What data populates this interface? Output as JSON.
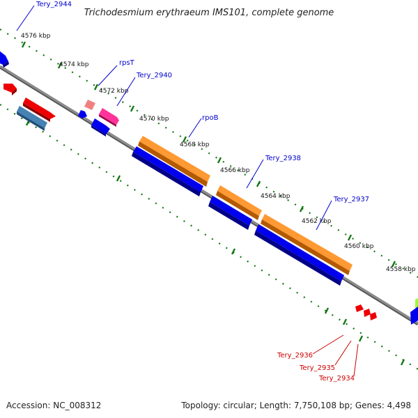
{
  "map": {
    "title": "Trichodesmium erythraeum IMS101, complete genome",
    "accession": "Accession: NC_008312",
    "summary": "Topology: circular; Length: 7,750,108 bp; Genes: 4,498"
  },
  "ticks": [
    {
      "label": "4576 kbp"
    },
    {
      "label": "4574 kbp"
    },
    {
      "label": "4572 kbp"
    },
    {
      "label": "4570 kbp"
    },
    {
      "label": "4568 kbp"
    },
    {
      "label": "4566 kbp"
    },
    {
      "label": "4564 kbp"
    },
    {
      "label": "4562 kbp"
    },
    {
      "label": "4560 kbp"
    },
    {
      "label": "4558 kbp"
    }
  ],
  "gene_labels": {
    "tery2944": "Tery_2944",
    "rpsT": "rpsT",
    "tery2940": "Tery_2940",
    "rpoB": "rpoB",
    "tery2938": "Tery_2938",
    "tery2937": "Tery_2937",
    "tery2936": "Tery_2936",
    "tery2935": "Tery_2935",
    "tery2934": "Tery_2934"
  },
  "colors": {
    "backbone": "#808080",
    "blue": "#0000ee",
    "red": "#ee0000",
    "orange": "#ff9933",
    "pink": "#ff3399",
    "steel": "#4682b4",
    "salmon": "#f08080",
    "green_tick": "#117711",
    "lime": "#99ff33"
  }
}
